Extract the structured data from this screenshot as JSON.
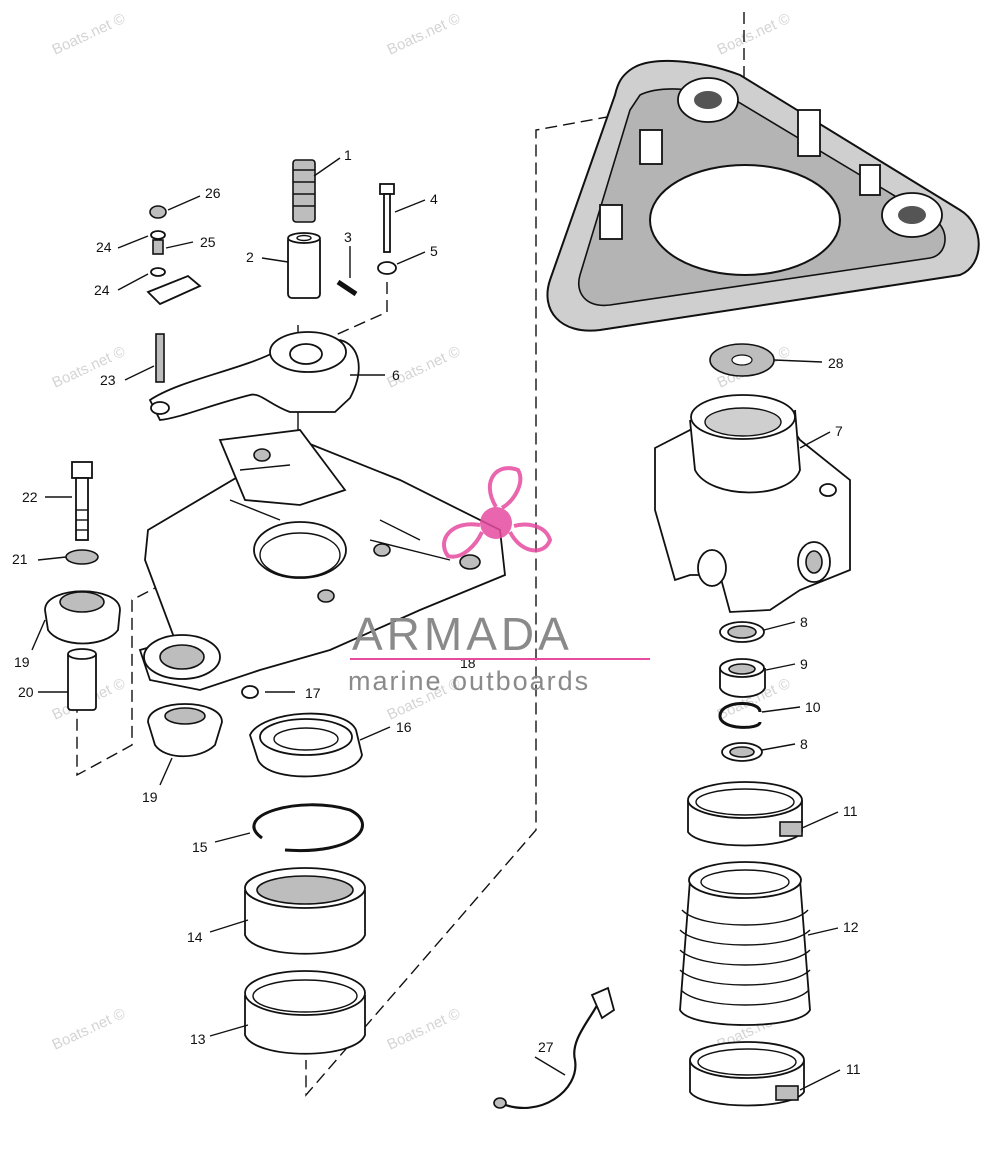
{
  "watermark_text": "Boats.net ©",
  "brand": {
    "name": "ARMADA",
    "tagline": "marine outboards",
    "accent_color": "#e64ba0"
  },
  "labels": {
    "p1": "1",
    "p2": "2",
    "p3": "3",
    "p4": "4",
    "p5": "5",
    "p6": "6",
    "p7": "7",
    "p8a": "8",
    "p8b": "8",
    "p9": "9",
    "p10": "10",
    "p11a": "11",
    "p11b": "11",
    "p12": "12",
    "p13": "13",
    "p14": "14",
    "p15": "15",
    "p16": "16",
    "p17": "17",
    "p18": "18",
    "p19a": "19",
    "p19b": "19",
    "p20": "20",
    "p21": "21",
    "p22": "22",
    "p23": "23",
    "p24a": "24",
    "p24b": "24",
    "p25": "25",
    "p26": "26",
    "p27": "27",
    "p28": "28"
  }
}
